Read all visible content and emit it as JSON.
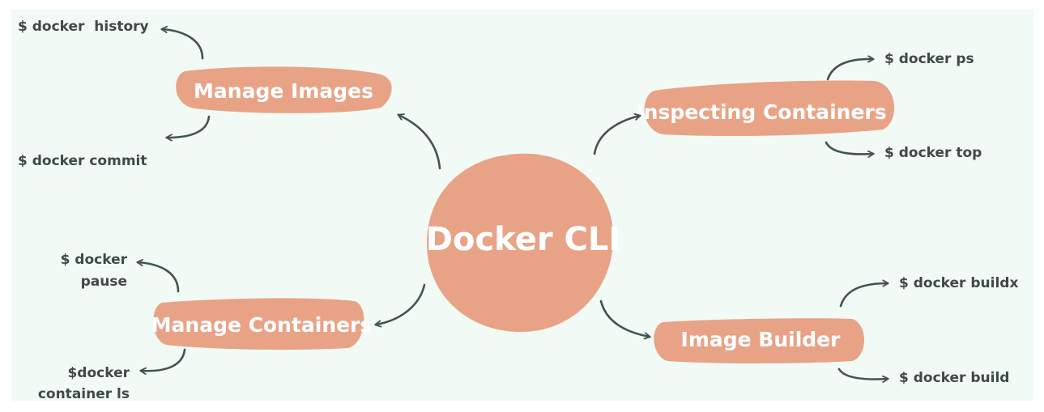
{
  "center": {
    "label": "Docker CLI"
  },
  "branches": {
    "manage_images": {
      "label": "Manage Images",
      "commands": [
        "$ docker  history",
        "$ docker commit"
      ]
    },
    "inspecting_containers": {
      "label": "Inspecting Containers",
      "commands": [
        "$ docker ps",
        "$ docker top"
      ]
    },
    "manage_containers": {
      "label": "Manage Containers",
      "commands": [
        {
          "line1": "$ docker",
          "line2": "pause"
        },
        {
          "line1": "$docker",
          "line2": "container ls"
        }
      ]
    },
    "image_builder": {
      "label": "Image Builder",
      "commands": [
        "$ docker buildx",
        "$ docker build"
      ]
    }
  },
  "colors": {
    "background": "#f1faf4",
    "node_fill": "#e8a387",
    "arrow": "#3f5552",
    "command_text": "#3b4b4a",
    "node_text": "#ffffff"
  }
}
